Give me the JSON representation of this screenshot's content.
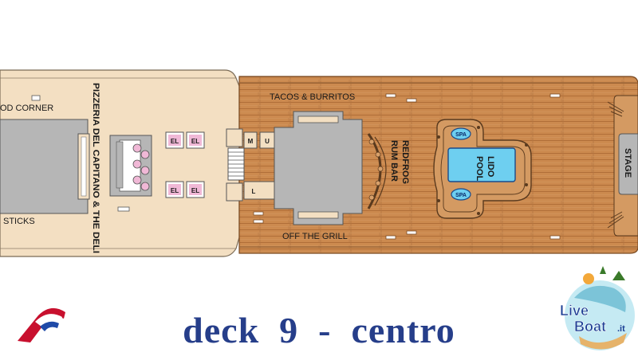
{
  "title": "deck  9  -  centro",
  "venues": {
    "food_corner": "OD CORNER",
    "sticks": "STICKS",
    "pizzeria": "PIZZERIA DEL CAPITANO & THE DELI",
    "tacos": "TACOS & BURRITOS",
    "redfrog_line1": "REDFROG",
    "redfrog_line2": "RUM BAR",
    "grill": "OFF THE GRILL",
    "lido_line1": "LIDO",
    "lido_line2": "POOL",
    "spa_top": "SPA",
    "spa_bottom": "SPA",
    "stage": "STAGE"
  },
  "elevators": [
    "EL",
    "EL",
    "EL",
    "EL"
  ],
  "stair_codes": [
    "M",
    "U",
    "L"
  ],
  "logo_right": {
    "line1": "Live",
    "line2": "Boat",
    "suffix": ".it"
  },
  "colors": {
    "indoor_floor": "#f3dfc2",
    "wood_deck": "#cc8a4f",
    "gray_block": "#b6b6b6",
    "caption": "#263e8a",
    "pool_water": "#6ecff0"
  }
}
